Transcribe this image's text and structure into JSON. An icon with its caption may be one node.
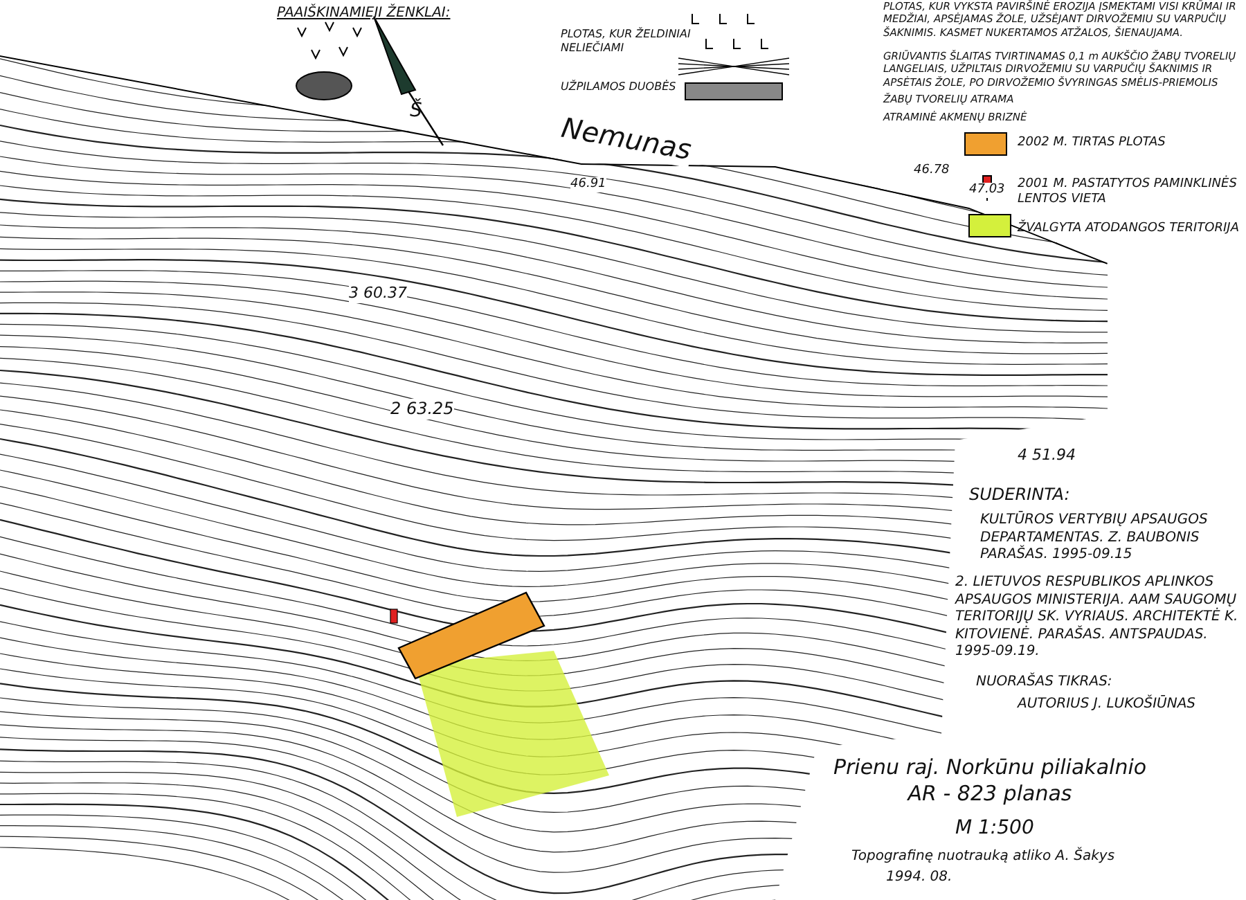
{
  "diagram": {
    "title": "Prienu raj. Norkūnu piliakalnio AR - 823 planas",
    "labels": [
      "PAAIŠKINAMIEJI ŽENKLAI:",
      "Š",
      "Nemunas",
      "46.91",
      "46.78",
      "47.03",
      "3 60.37",
      "2 63.25",
      "4 51.94",
      "SUDERINTA:",
      "KULTŪROS VERTYBIŲ APSAUGOS DEPARTAMENTAS. Z. BAUBONIS PARAŠAS. 1995-09.15",
      "2. LIETUVOS RESPUBLIKOS APLINKOS APSAUGOS MINISTERIJA. AAM SAUGOMŲ TERITORIJŲ SK. VYRIAUS. ARCHITEKTĖ K. KITOVIENĖ. PARAŠAS. ANTSPAUDAS. 1995-09.19.",
      "NUORAŠAS TIKRAS:",
      "AUTORIUS J. LUKOŠIŪNAS",
      "M 1:500",
      "Topografinę nuotrauką atliko A. Šakys",
      "1994. 08."
    ],
    "legend": [
      {
        "text": "PLOTAS, KUR ŽELDINIAI NELIEČIAMI"
      },
      {
        "text": "UŽPILAMOS DUOBĖS"
      },
      {
        "text": "PLOTAS, KUR VYKSTA PAVIRŠINĖ EROZIJA ĮSMEKTAMI VISI KRŪMAI IR MEDŽIAI, APSĖJAMAS ŽOLE, UŽSĖJANT DIRVOŽEMIU SU VARPUČIŲ ŠAKNIMIS. KASMET NUKERTAMOS ATŽALOS, ŠIENAUJAMA."
      },
      {
        "text": "GRIŪVANTIS ŠLAITAS TVIRTINAMAS 0,1 m AUKŠČIO ŽABŲ TVORELIŲ LANGELIAIS, UŽPILTAIS DIRVOŽEMIU SU VARPUČIŲ ŠAKNIMIS IR APSĖTAIS ŽOLE, PO DIRVOŽEMIO ŠVYRINGAS SMĖLIS-PRIEMOLIS"
      },
      {
        "text": "ŽABŲ TVORELIŲ ATRAMA"
      },
      {
        "text": "ATRAMINĖ AKMENŲ BRIZNĖ"
      },
      {
        "text": "2002 M. TIRTAS PLOTAS",
        "color": "#f0a030"
      },
      {
        "text": "2001 M. PASTATYTOS PAMINKLINĖS LENTOS VIETA"
      },
      {
        "text": "ŽVALGYTA ATODANGOS TERITORIJA",
        "color": "#d4f03c"
      }
    ]
  }
}
